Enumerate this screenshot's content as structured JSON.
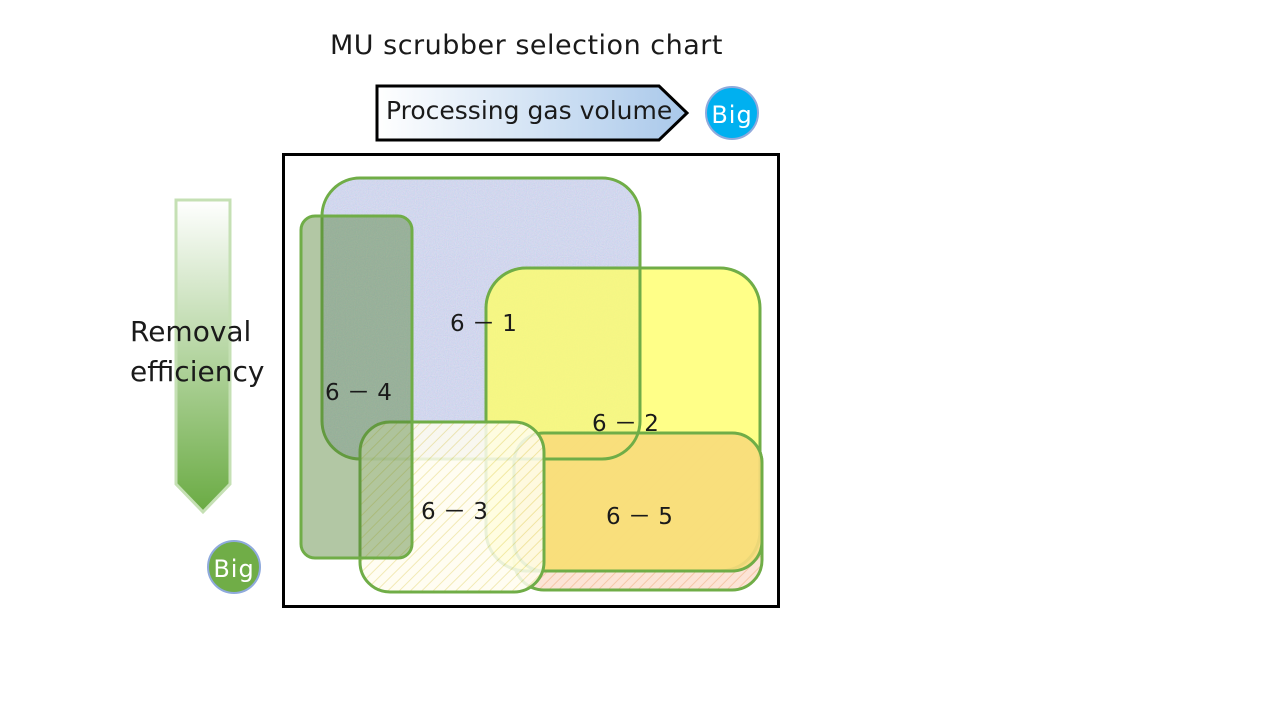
{
  "title": "MU scrubber selection chart",
  "gas_axis": {
    "label": "Processing gas volume",
    "badge": "Big",
    "badge_color": "#00b0f0"
  },
  "efficiency_axis": {
    "label_line1": "Removal",
    "label_line2": "efficiency",
    "badge": "Big",
    "badge_color": "#70ad47"
  },
  "regions": [
    {
      "id": "6-1",
      "label": "6 － 1",
      "color": "#b4c7e7"
    },
    {
      "id": "6-2",
      "label": "6 － 2",
      "color": "#ffff66"
    },
    {
      "id": "6-3",
      "label": "6 － 3",
      "color": "#fffbe6"
    },
    {
      "id": "6-4",
      "label": "6 － 4",
      "color": "#548235"
    },
    {
      "id": "6-5",
      "label": "6 － 5",
      "color": "#f8dc7c"
    }
  ],
  "colors": {
    "outline_green": "#70ad47",
    "frame": "#000000"
  }
}
